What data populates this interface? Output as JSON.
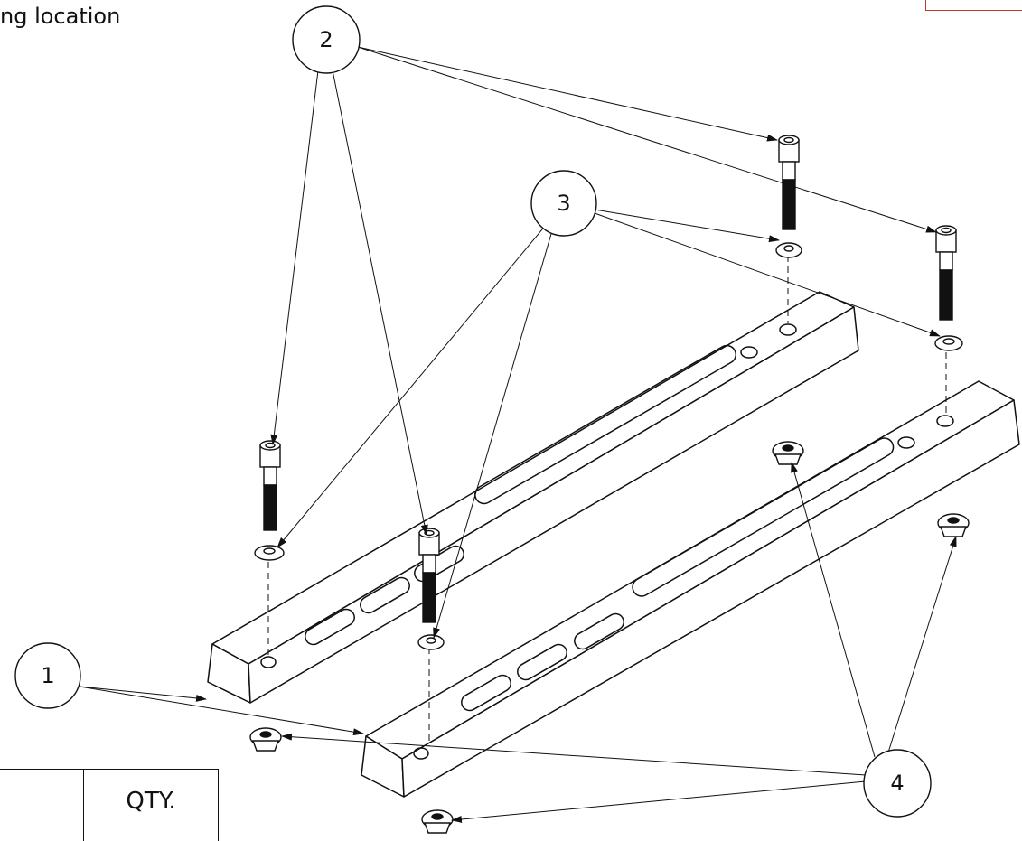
{
  "header_note": "ng location",
  "table": {
    "qty_header": "QTY."
  },
  "balloons": [
    {
      "id": "balloon-1",
      "label": "1"
    },
    {
      "id": "balloon-2",
      "label": "2"
    },
    {
      "id": "balloon-3",
      "label": "3"
    },
    {
      "id": "balloon-4",
      "label": "4"
    }
  ],
  "colors": {
    "line": "#111111",
    "border_box": "#c0392b"
  }
}
